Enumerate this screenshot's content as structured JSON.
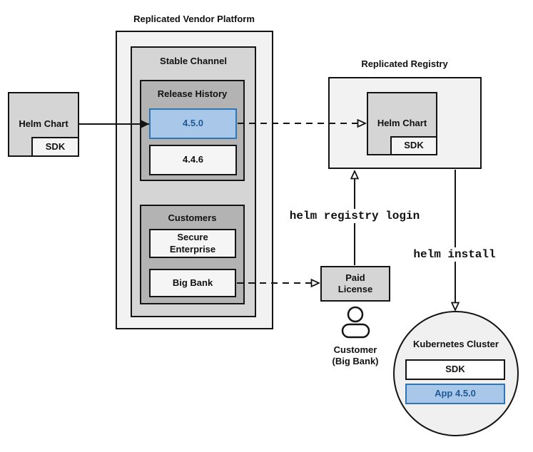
{
  "colors": {
    "highlight_fill": "#A9C7E8",
    "highlight_border": "#2E75B6",
    "highlight_text": "#1E5A96",
    "panel_light": "#F2F2F2",
    "panel_medium": "#D5D5D5",
    "panel_dark": "#B3B3B3",
    "item_fill": "#F5F5F5"
  },
  "platform": {
    "title": "Replicated Vendor Platform",
    "stable_channel": {
      "label": "Stable Channel"
    },
    "release_history": {
      "label": "Release History",
      "current_release": "4.5.0",
      "previous_release": "4.4.6"
    },
    "customers": {
      "label": "Customers",
      "customer_1": "Secure\nEnterprise",
      "customer_2": "Big Bank"
    }
  },
  "source_chart": {
    "label": "Helm Chart",
    "sdk": "SDK"
  },
  "registry": {
    "title": "Replicated Registry",
    "chart_label": "Helm Chart",
    "sdk": "SDK"
  },
  "license": {
    "label": "Paid\nLicense"
  },
  "customer": {
    "label": "Customer\n(Big Bank)"
  },
  "commands": {
    "registry_login": "helm registry login",
    "install": "helm install"
  },
  "cluster": {
    "title": "Kubernetes Cluster",
    "sdk": "SDK",
    "app": "App 4.5.0"
  }
}
